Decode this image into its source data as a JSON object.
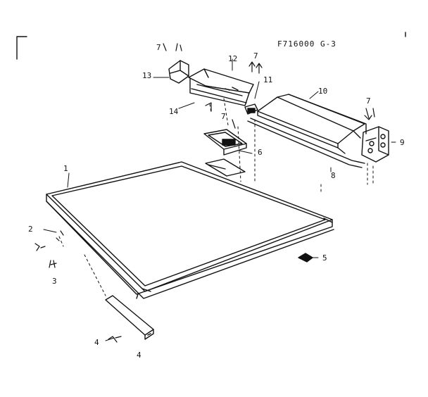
{
  "diagram_code": "F716000 G-3",
  "callouts": {
    "c1": "1",
    "c2": "2",
    "c3": "3",
    "c4": "4",
    "c4b": "4",
    "c5": "5",
    "c6": "6",
    "c7a": "7",
    "c7b": "7",
    "c7c": "7",
    "c7d": "7",
    "c8": "8",
    "c9": "9",
    "c10": "10",
    "c11": "11",
    "c12": "12",
    "c13": "13",
    "c14": "14"
  },
  "colors": {
    "ink": "#111111",
    "paper": "#ffffff"
  }
}
